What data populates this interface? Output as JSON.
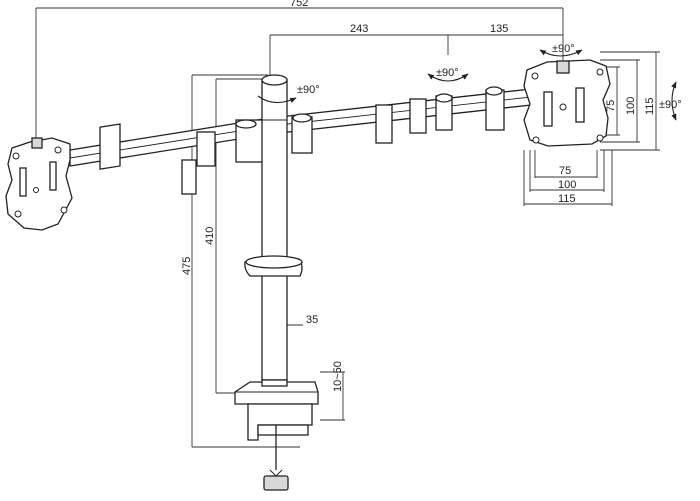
{
  "diagram": {
    "dimensions": {
      "total_width": "752",
      "arm_left_span": "243",
      "arm_right_span": "135",
      "pole_height": "410",
      "total_height": "475",
      "pole_diameter": "35",
      "clamp_range": "10~50",
      "vesa_75_h": "75",
      "vesa_100_h": "100",
      "vesa_115_h": "115",
      "vesa_75_v": "75",
      "vesa_100_v": "100",
      "vesa_115_v": "115"
    },
    "rotations": {
      "pole": "±90°",
      "elbow": "±90°",
      "head_swivel": "±90°",
      "head_tilt": "±90°"
    }
  }
}
